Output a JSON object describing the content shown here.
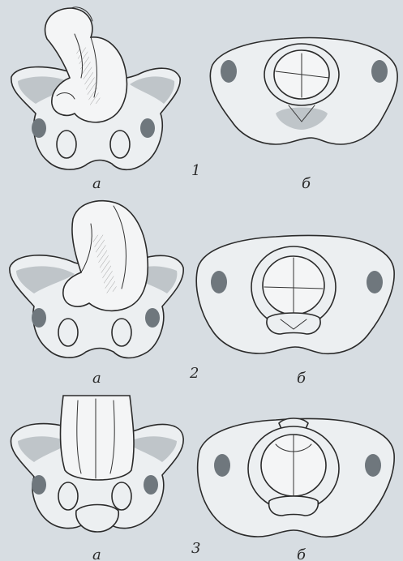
{
  "rows": [
    {
      "number": "1",
      "left_label": "а",
      "right_label": "б"
    },
    {
      "number": "2",
      "left_label": "а",
      "right_label": "б"
    },
    {
      "number": "3",
      "left_label": "а",
      "right_label": "б"
    }
  ],
  "colors": {
    "background": "#d7dde2",
    "ink": "#2b2b2b",
    "bone": "#eceff1"
  }
}
